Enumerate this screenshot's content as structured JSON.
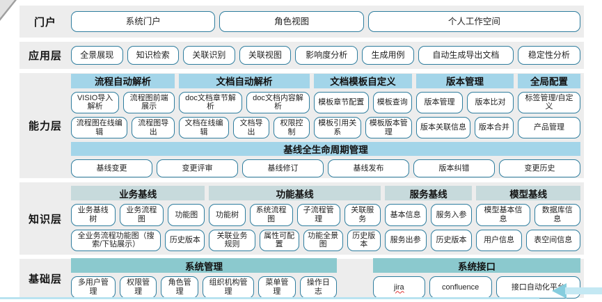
{
  "palette": {
    "band_background": "#ededed",
    "button_border": "#2e7d9e",
    "capability_header": "#a3d5e9",
    "knowledge_header": "#c7dadc",
    "foundation_header": "#8bc9ce",
    "bottom_line": "#b9e3f0",
    "arrow": "#86cdde"
  },
  "misc": {
    "spellcheck_word": "jira"
  },
  "layers": [
    {
      "id": "portal",
      "label": "门户",
      "type": "row",
      "buttons": [
        "系统门户",
        "角色视图",
        "个人工作空间"
      ]
    },
    {
      "id": "application",
      "label": "应用层",
      "type": "row",
      "buttons": [
        "全景展现",
        "知识检索",
        "关联识别",
        "关联视图",
        "影响度分析",
        "生成用例",
        "自动生成导出文档",
        "稳定性分析"
      ]
    },
    {
      "id": "capability",
      "label": "能力层",
      "type": "groups",
      "header_color": "#a3d5e9",
      "groups": [
        {
          "title": "流程自动解析",
          "rows": [
            [
              "VISIO导入解析",
              "流程图前端展示"
            ],
            [
              "流程图在线编辑",
              "流程图导出"
            ]
          ]
        },
        {
          "title": "文档自动解析",
          "rows": [
            [
              "doc文档章节解析",
              "doc文档内容解析"
            ],
            [
              "文档在线编辑",
              "文档导出",
              "权限控制"
            ]
          ]
        },
        {
          "title": "文档模板自定义",
          "rows": [
            [
              "模板章节配置",
              "模板查询"
            ],
            [
              "模板引用关系",
              "模板版本管理"
            ]
          ]
        },
        {
          "title": "版本管理",
          "rows": [
            [
              "版本管理",
              "版本比对"
            ],
            [
              "版本关联信息",
              "版本合并"
            ]
          ]
        },
        {
          "title": "全局配置",
          "rows": [
            [
              "标签管理/自定义"
            ],
            [
              "产品管理"
            ]
          ]
        }
      ],
      "band": {
        "title": "基线全生命周期管理",
        "buttons": [
          "基线变更",
          "变更评审",
          "基线修订",
          "基线发布",
          "版本纠错",
          "变更历史"
        ]
      }
    },
    {
      "id": "knowledge",
      "label": "知识层",
      "type": "groups",
      "header_color": "#c7dadc",
      "groups": [
        {
          "title": "业务基线",
          "rows": [
            [
              "业务基线树",
              "业务流程图",
              "功能图"
            ],
            [
              "全业务流程功能图（搜索/下钻展示）",
              "历史版本"
            ]
          ]
        },
        {
          "title": "功能基线",
          "rows": [
            [
              "功能树",
              "系统流程图",
              "子流程管理",
              "关联服务"
            ],
            [
              "关联业务规则",
              "属性可配置",
              "功能全景图",
              "历史版本"
            ]
          ]
        },
        {
          "title": "服务基线",
          "rows": [
            [
              "基本信息",
              "服务入参"
            ],
            [
              "服务出参",
              "历史版本"
            ]
          ]
        },
        {
          "title": "模型基线",
          "rows": [
            [
              "模型基本信息",
              "数据库信息"
            ],
            [
              "用户信息",
              "表空间信息"
            ]
          ]
        }
      ]
    },
    {
      "id": "foundation",
      "label": "基础层",
      "type": "groups",
      "header_color": "#8bc9ce",
      "groups": [
        {
          "title": "系统管理",
          "rows": [
            [
              "多用户管理",
              "权限管理",
              "角色管理",
              "组织机构管理",
              "菜单管理",
              "操作日志"
            ]
          ]
        },
        {
          "title": "系统接口",
          "rows": [
            [
              "jira",
              "confluence",
              "接口自动化平台"
            ]
          ]
        }
      ]
    }
  ]
}
